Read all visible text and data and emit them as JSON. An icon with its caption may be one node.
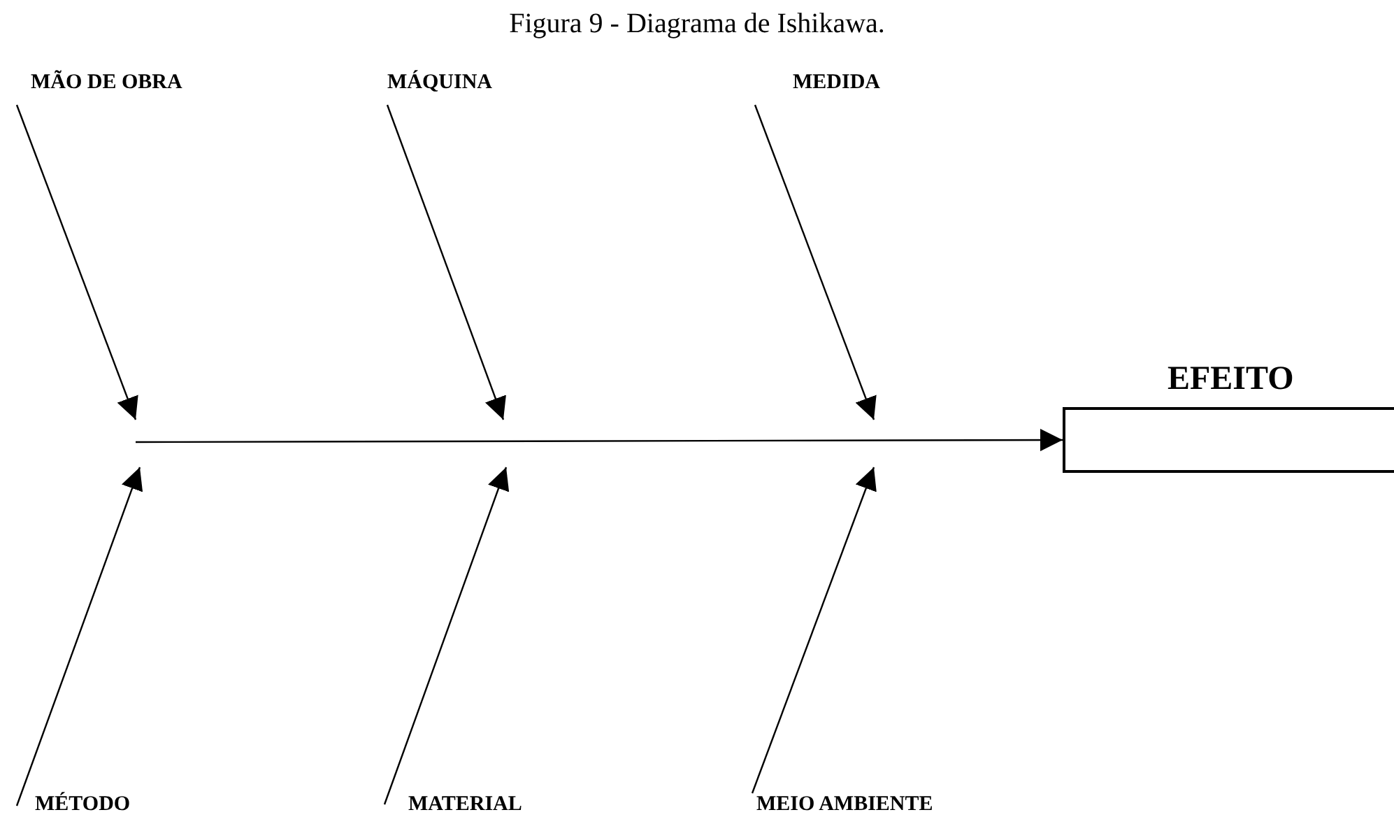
{
  "diagram": {
    "title": "Figura 9 - Diagrama de Ishikawa.",
    "nodes": [
      {
        "text": [
          "MÃO DE OBRA"
        ]
      },
      {
        "text": [
          "MÁQUINA"
        ]
      },
      {
        "text": [
          "MEDIDA"
        ]
      },
      {
        "text": [
          "EFEITO"
        ]
      },
      {
        "text": [
          "MÉTODO"
        ]
      },
      {
        "text": [
          "MATERIAL"
        ]
      },
      {
        "text": [
          "MEIO AMBIENTE"
        ]
      }
    ],
    "edges": [
      {
        "from": 0,
        "to": null,
        "arrow": "to"
      },
      {
        "from": 1,
        "to": null,
        "arrow": "to"
      },
      {
        "from": 2,
        "to": null,
        "arrow": "to"
      },
      {
        "from": 4,
        "to": null,
        "arrow": "to"
      },
      {
        "from": 5,
        "to": null,
        "arrow": "to"
      },
      {
        "from": 6,
        "to": null,
        "arrow": "to"
      },
      {
        "from": null,
        "to": 3,
        "arrow": "to"
      }
    ]
  }
}
